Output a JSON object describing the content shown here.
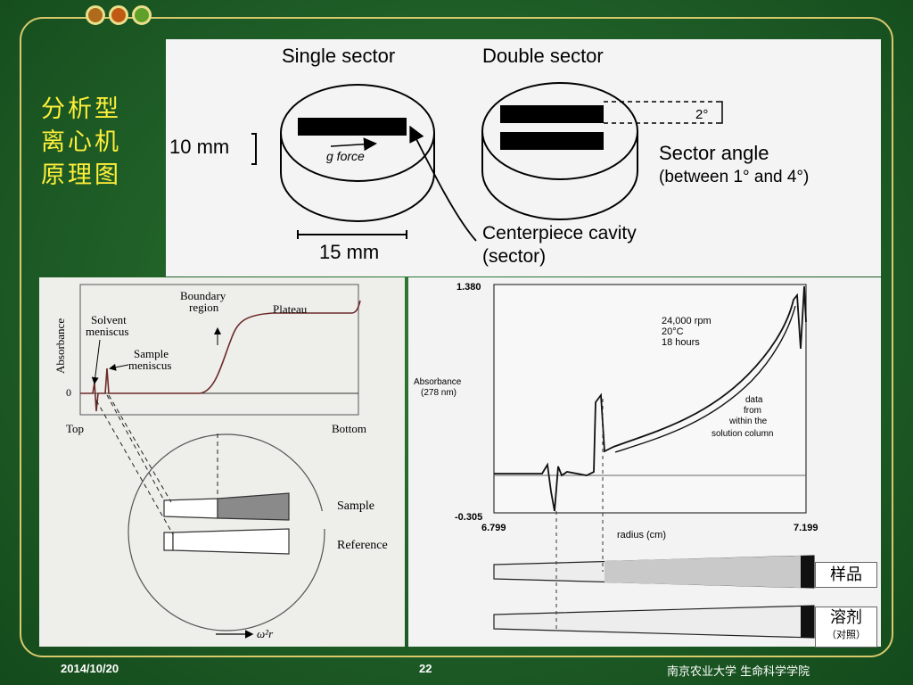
{
  "slide": {
    "side_title_lines": [
      "分析型",
      "离心机",
      "原理图"
    ],
    "footer": {
      "date": "2014/10/20",
      "page": "22",
      "organization": "南京农业大学 生命科学学院"
    }
  },
  "top_diagram": {
    "single_sector": "Single sector",
    "double_sector": "Double sector",
    "height_label": "10 mm",
    "width_label": "15 mm",
    "g_force": "g force",
    "angle_small": "2°",
    "sector_angle": "Sector angle",
    "sector_angle_range": "(between 1° and 4°)",
    "cavity_line1": "Centerpiece cavity",
    "cavity_line2": "(sector)"
  },
  "left_diagram": {
    "y_axis": "Absorbance",
    "zero": "0",
    "solvent_meniscus_1": "Solvent",
    "solvent_meniscus_2": "meniscus",
    "sample_meniscus_1": "Sample",
    "sample_meniscus_2": "meniscus",
    "boundary_1": "Boundary",
    "boundary_2": "region",
    "plateau": "Plateau",
    "top": "Top",
    "bottom": "Bottom",
    "sample": "Sample",
    "reference": "Reference",
    "omega": "ω²r"
  },
  "right_diagram": {
    "y_top": "1.380",
    "y_bottom": "-0.305",
    "x_left": "6.799",
    "x_right": "7.199",
    "x_label": "radius (cm)",
    "y_label_1": "Absorbance",
    "y_label_2": "(278 nm)",
    "run_rpm": "24,000 rpm",
    "run_temp": "20°C",
    "run_time": "18 hours",
    "data_note_1": "data",
    "data_note_2": "from",
    "data_note_3": "within the",
    "data_note_4": "solution column",
    "tag_sample": "样品",
    "tag_solvent": "溶剂",
    "tag_solvent_sub": "（对照）"
  }
}
